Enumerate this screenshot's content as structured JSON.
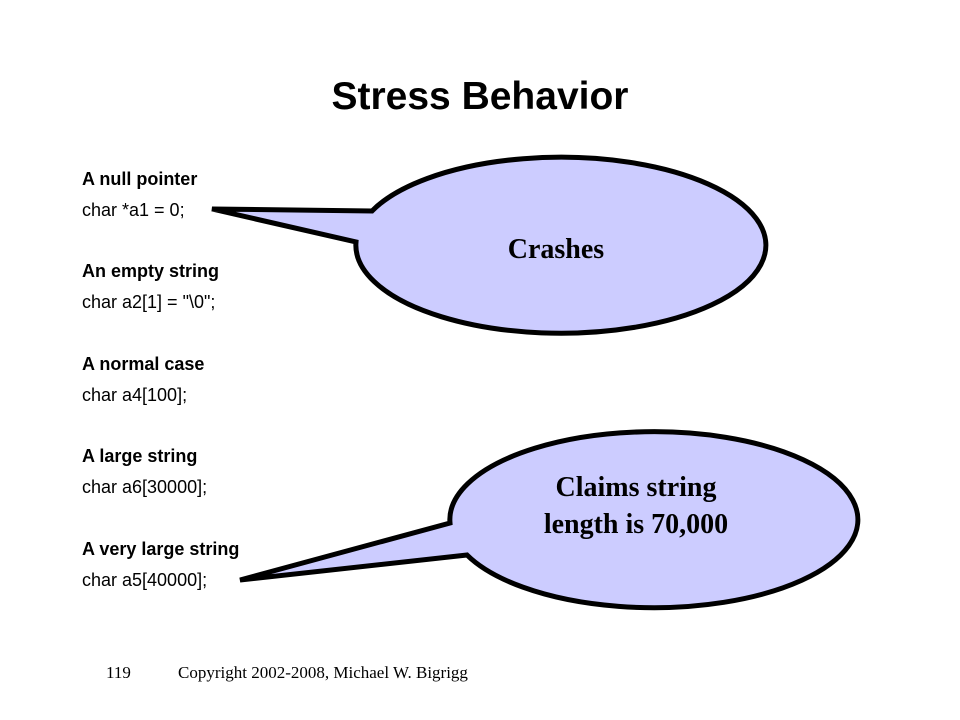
{
  "slide": {
    "title": "Stress Behavior",
    "cases": [
      {
        "heading": "A null pointer",
        "code": "char *a1 = 0;"
      },
      {
        "heading": "An empty string",
        "code": "char a2[1] = \"\\0\";"
      },
      {
        "heading": "A normal case",
        "code": "char a4[100];"
      },
      {
        "heading": "A large string",
        "code": "char a6[30000];"
      },
      {
        "heading": "A very large string",
        "code": "char a5[40000];"
      }
    ],
    "callouts": [
      {
        "lines": [
          "Crashes"
        ]
      },
      {
        "lines": [
          "Claims string",
          "length is 70,000"
        ]
      }
    ],
    "footer": {
      "page_number": "119",
      "copyright": "Copyright 2002-2008, Michael W. Bigrigg"
    }
  },
  "colors": {
    "bubble_fill": "#ccccff",
    "bubble_stroke": "#000000"
  }
}
